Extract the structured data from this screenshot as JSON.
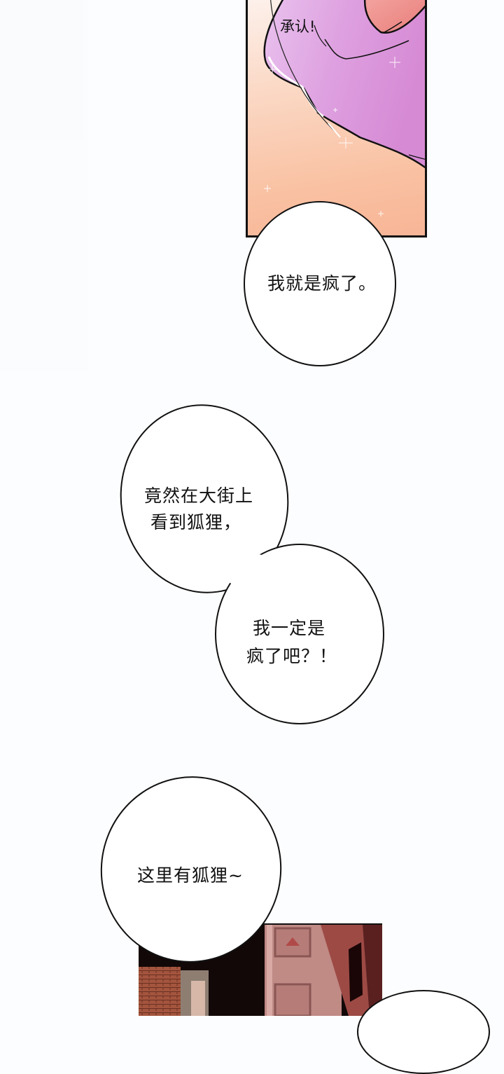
{
  "page": {
    "type": "webtoon-comic-strip",
    "background": "#fcfdfe"
  },
  "panels": [
    {
      "id": "top-panel",
      "description": "close-up of purple garment and pink hand over peach gradient background with sparkles",
      "colors": {
        "peach_light": "#fdf1ec",
        "peach": "#f9c1a2",
        "purple": "#d991d6",
        "lavender": "#e6b5ea",
        "pink_skin": "#ee8d8a",
        "border": "#111111"
      },
      "sfx_text": "承认!"
    },
    {
      "id": "bottom-panel",
      "description": "dark night street scene with reddish brick buildings",
      "colors": {
        "dark": "#120808",
        "brick": "#a4553e",
        "wall": "#c08a85",
        "shadow": "#5a2020"
      }
    }
  ],
  "bubbles": [
    {
      "id": "bubble-1",
      "lines": [
        "我就是疯了。"
      ]
    },
    {
      "id": "bubble-2",
      "lines": [
        "竟然在大街上",
        " 看到狐狸，"
      ]
    },
    {
      "id": "bubble-3",
      "lines": [
        " 我一定是",
        "疯了吧？！"
      ]
    },
    {
      "id": "bubble-4",
      "lines": [
        "这里有狐狸~"
      ]
    }
  ]
}
